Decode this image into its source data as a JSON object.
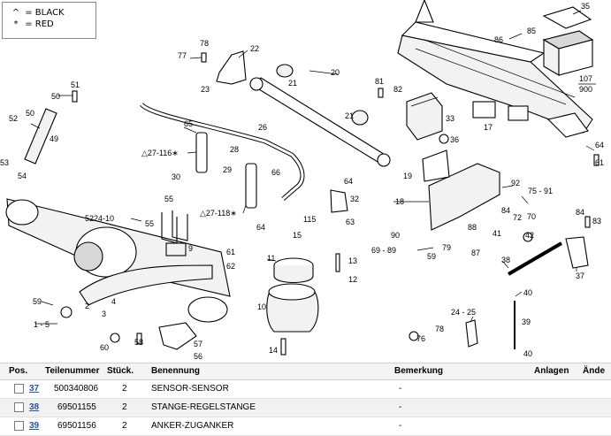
{
  "legend": {
    "black_symbol": "^",
    "black_text": "= BLACK",
    "red_symbol": "*",
    "red_text": "= RED"
  },
  "labels": {
    "l35": "35",
    "l86": "86",
    "l85": "85",
    "l107": "107",
    "l900": "900",
    "l78a": "78",
    "l77": "77",
    "l22": "22",
    "l23": "23",
    "l20": "20",
    "l21a": "21",
    "l21b": "21",
    "l81": "81",
    "l82": "82",
    "l33": "33",
    "l36": "36",
    "l17": "17",
    "l51": "51",
    "l50a": "50",
    "l50b": "50",
    "l52": "52",
    "l49": "49",
    "l53": "53",
    "l54": "54",
    "l65": "65",
    "l26": "26",
    "l28": "28",
    "l29": "29",
    "l30": "30",
    "l27_116": "△27-116∗",
    "l27_118": "△27-118∗",
    "l66": "66",
    "l64a": "64",
    "l64b": "64",
    "l64c": "64",
    "l61a": "61",
    "l19": "19",
    "l18": "18",
    "l32": "32",
    "l115": "115",
    "l63": "63",
    "l92": "92",
    "l75_91": "75 - 91",
    "l84a": "84",
    "l84b": "84",
    "l72": "72",
    "l70": "70",
    "l83": "83",
    "l5224_10": "5224-10",
    "l55a": "55",
    "l55b": "55",
    "l9": "9",
    "l15": "15",
    "l61b": "61",
    "l62": "62",
    "l11": "11",
    "l13": "13",
    "l12": "12",
    "l10": "10",
    "l14": "14",
    "l90": "90",
    "l69_89": "69 - 89",
    "l59a": "59",
    "l79": "79",
    "l88": "88",
    "l87": "87",
    "l41": "41",
    "l42": "42",
    "l38": "38",
    "l37": "37",
    "l40a": "40",
    "l40b": "40",
    "l24_25": "24 - 25",
    "l39": "39",
    "l78b": "78",
    "l76": "76",
    "l59b": "59",
    "l2": "2",
    "l4": "4",
    "l3": "3",
    "l1_5": "1 - 5",
    "l60": "60",
    "l58": "58",
    "l57": "57",
    "l56": "56"
  },
  "table": {
    "headers": {
      "pos": "Pos.",
      "part_number": "Teilenummer",
      "qty": "Stück.",
      "name": "Benennung",
      "remark": "Bemerkung",
      "attachments": "Anlagen",
      "changes": "Ände"
    },
    "rows": [
      {
        "pos": "37",
        "part_number": "500340806",
        "qty": "2",
        "name": "SENSOR-SENSOR",
        "remark": "-"
      },
      {
        "pos": "38",
        "part_number": "69501155",
        "qty": "2",
        "name": "STANGE-REGELSTANGE",
        "remark": "-"
      },
      {
        "pos": "39",
        "part_number": "69501156",
        "qty": "2",
        "name": "ANKER-ZUGANKER",
        "remark": "-"
      }
    ]
  }
}
